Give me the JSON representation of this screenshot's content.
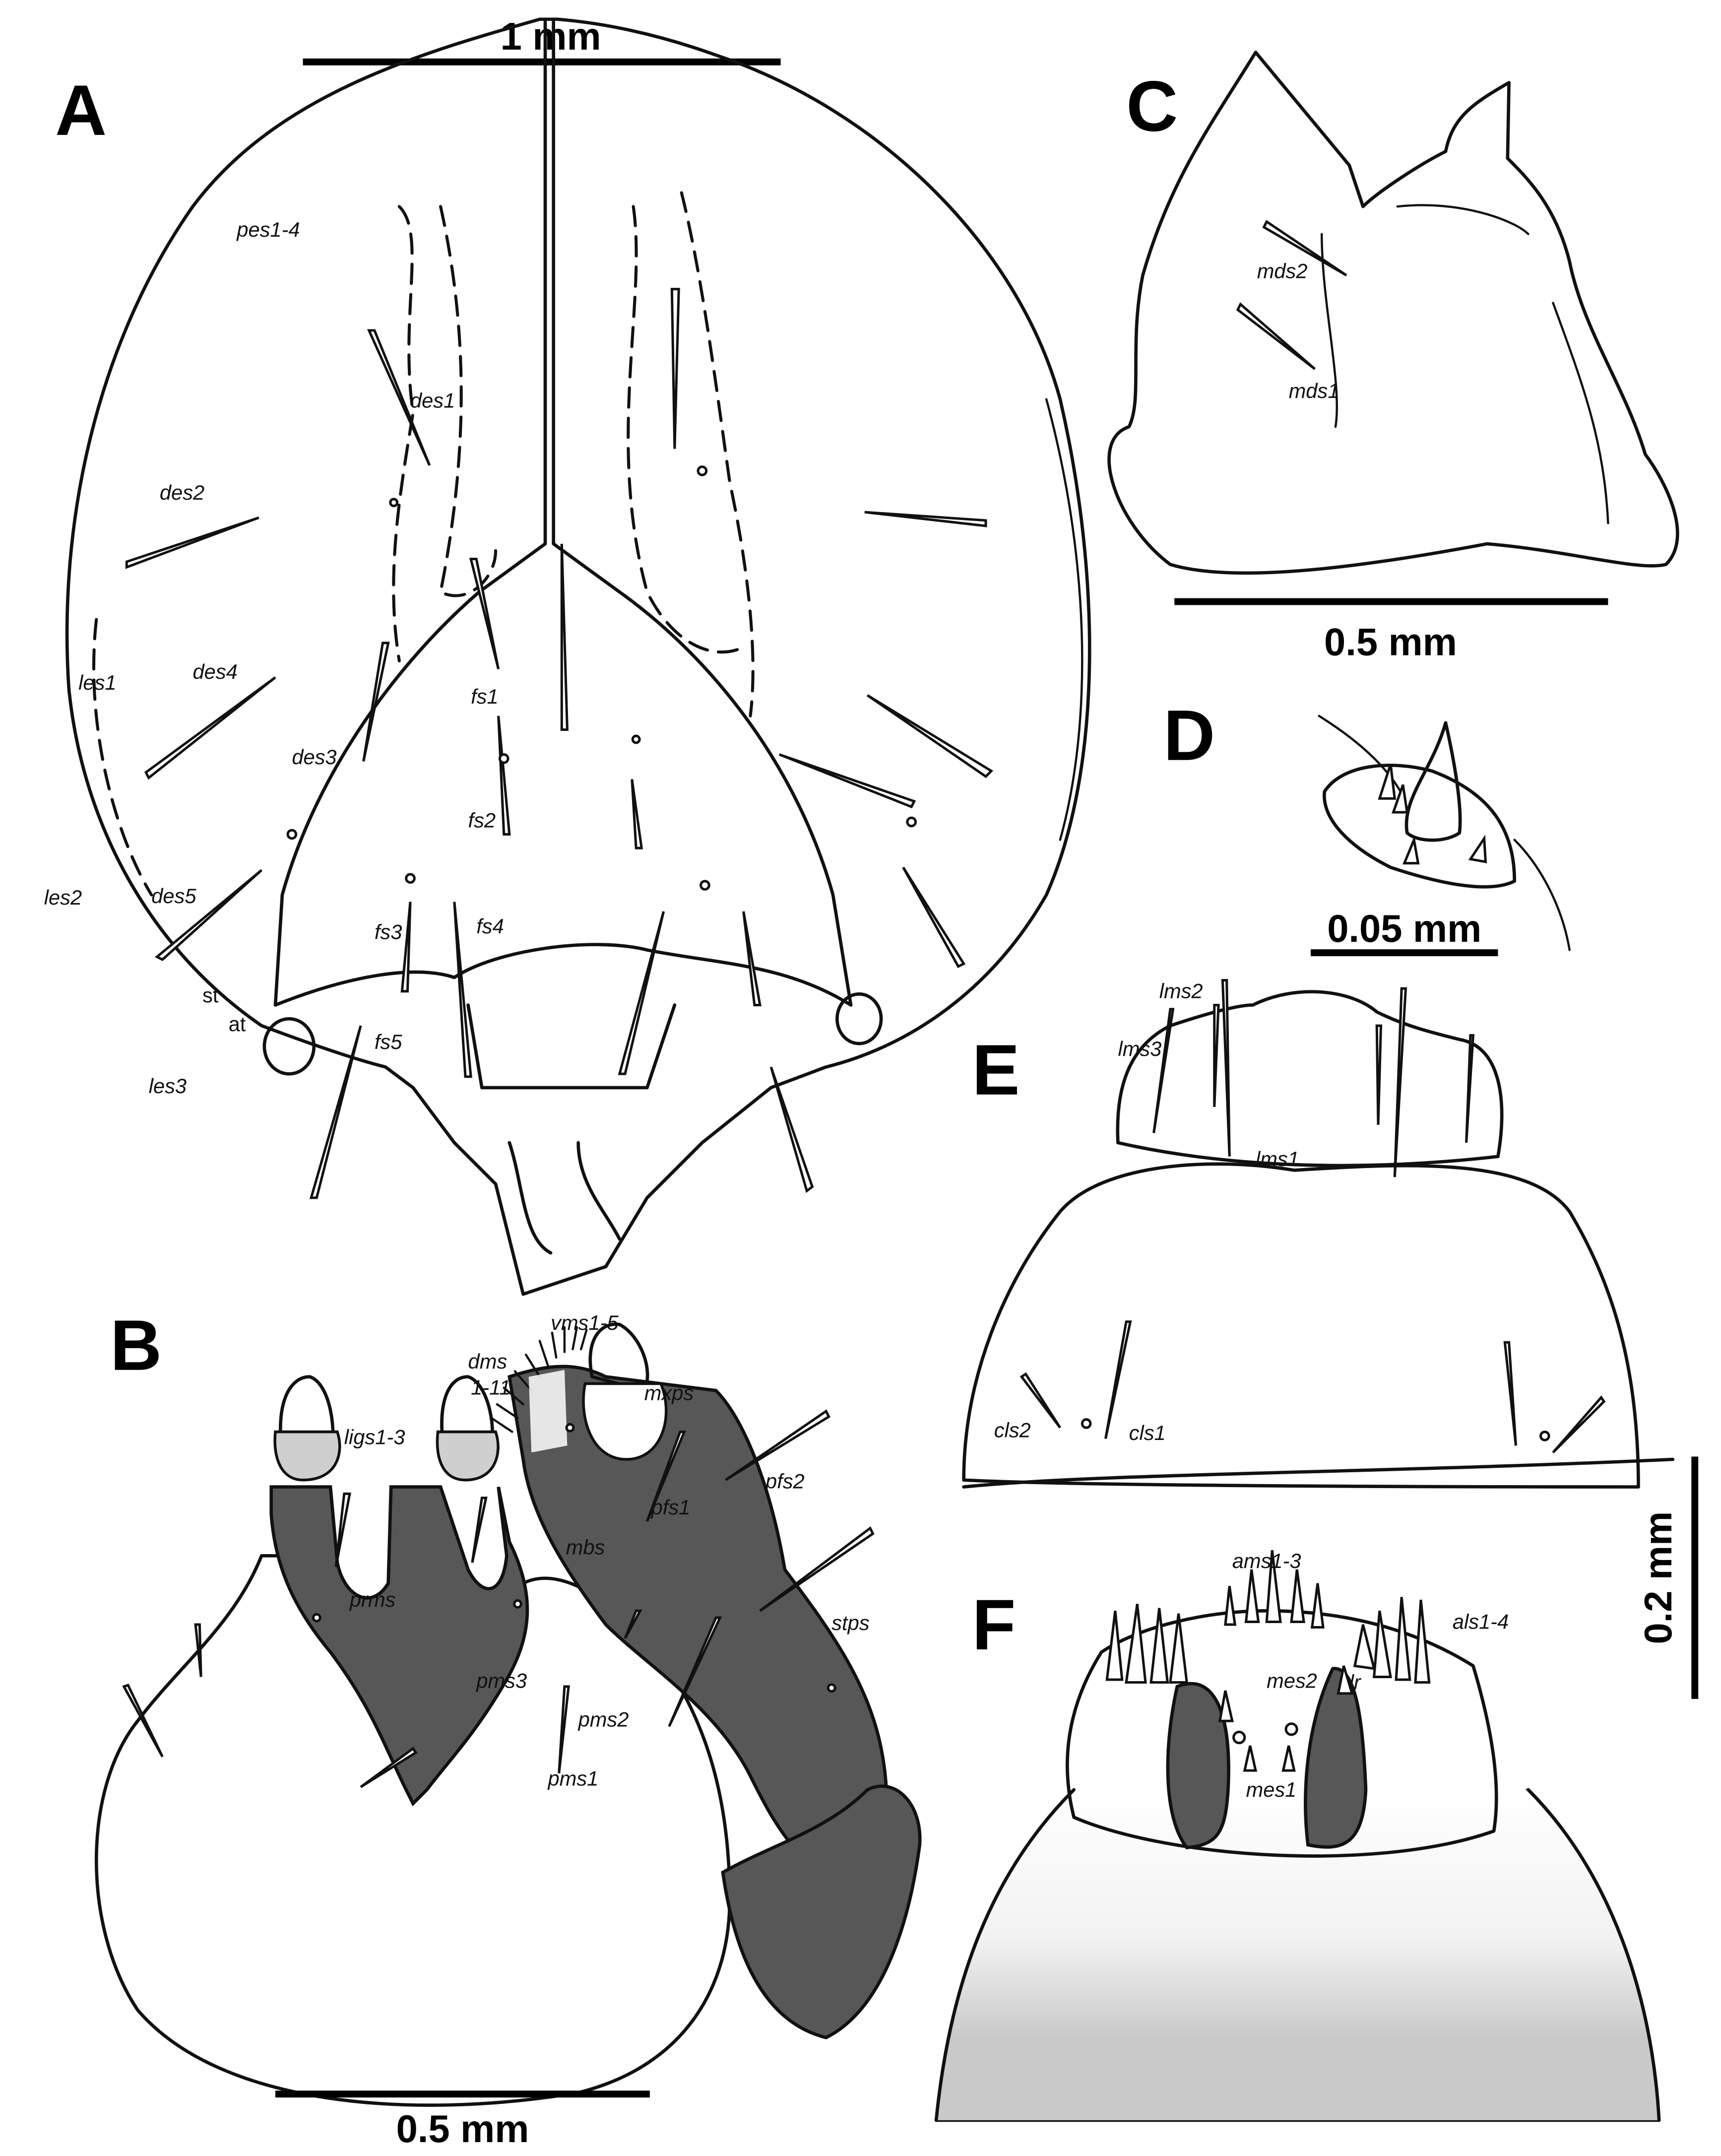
{
  "figure": {
    "panels": {
      "A": {
        "letter": "A",
        "scale_bar": "1 mm",
        "labels": {
          "pes": "pes1-4",
          "des1": "des1",
          "des2": "des2",
          "des3": "des3",
          "des4": "des4",
          "des5": "des5",
          "les1": "les1",
          "les2": "les2",
          "les3": "les3",
          "fs1": "fs1",
          "fs2": "fs2",
          "fs3": "fs3",
          "fs4": "fs4",
          "fs5": "fs5",
          "st": "st",
          "at": "at"
        }
      },
      "B": {
        "letter": "B",
        "scale_bar": "0.5 mm",
        "labels": {
          "vms": "vms1-5",
          "dms_a": "dms",
          "dms_b": "1-11",
          "mxps": "mxps",
          "ligs": "ligs1-3",
          "pfs1": "pfs1",
          "pfs2": "pfs2",
          "mbs": "mbs",
          "prms": "prms",
          "stps": "stps",
          "pms1": "pms1",
          "pms2": "pms2",
          "pms3": "pms3"
        }
      },
      "C": {
        "letter": "C",
        "scale_bar": "0.5 mm",
        "labels": {
          "mds1": "mds1",
          "mds2": "mds2"
        }
      },
      "D": {
        "letter": "D",
        "scale_bar": "0.05 mm"
      },
      "E": {
        "letter": "E",
        "labels": {
          "lms1": "lms1",
          "lms2": "lms2",
          "lms3": "lms3",
          "cls1": "cls1",
          "cls2": "cls2"
        }
      },
      "EF_scale_bar": "0.2 mm",
      "F": {
        "letter": "F",
        "labels": {
          "ams": "ams1-3",
          "als": "als1-4",
          "mes1": "mes1",
          "mes2": "mes2",
          "lr": "lr"
        }
      }
    },
    "colors": {
      "ink": "#111111",
      "sclerite_dark": "#575757",
      "gray_light": "#d6d6d6",
      "gray_mid": "#b0b0b0"
    }
  }
}
